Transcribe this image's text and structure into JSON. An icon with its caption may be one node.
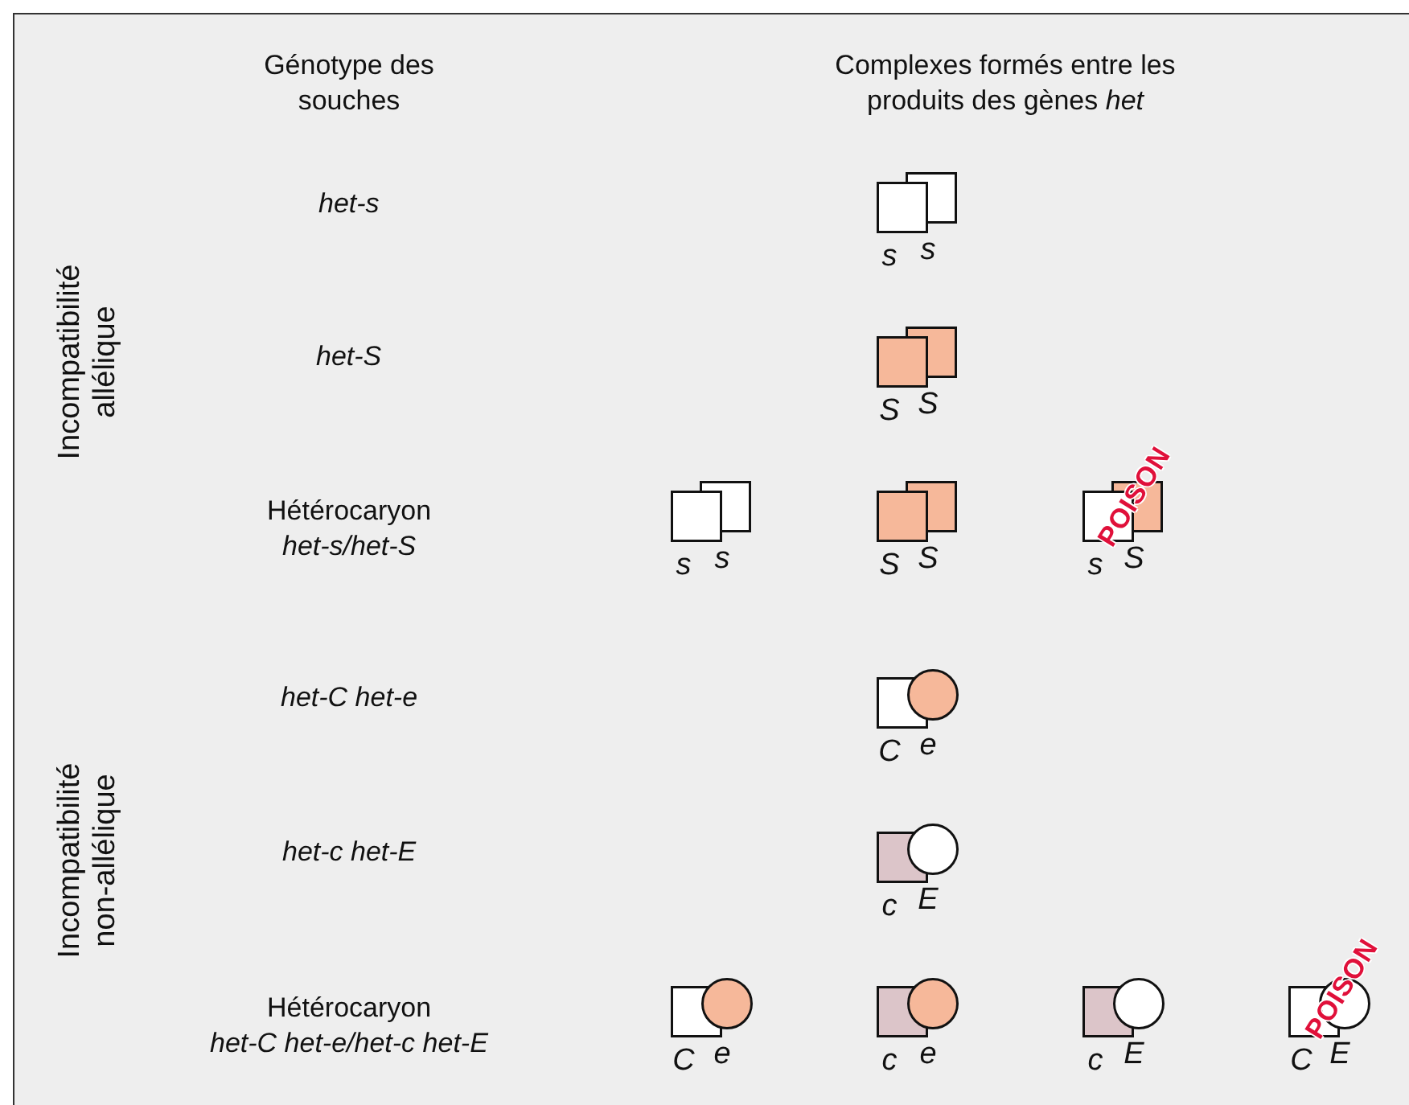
{
  "diagram": {
    "nodes": [
      {
        "text": [],
        "shape": "box",
        "beside": [
          "s"
        ]
      },
      {
        "text": [],
        "shape": "box",
        "beside": [
          "s"
        ]
      },
      {
        "text": [],
        "shape": "box",
        "beside": [
          "S"
        ]
      },
      {
        "text": [],
        "shape": "box",
        "beside": [
          "S"
        ]
      },
      {
        "text": [],
        "shape": "box",
        "beside": [
          "s"
        ]
      },
      {
        "text": [],
        "shape": "box",
        "beside": [
          "s"
        ]
      },
      {
        "text": [],
        "shape": "box",
        "beside": [
          "S"
        ]
      },
      {
        "text": [],
        "shape": "box",
        "beside": [
          "S"
        ]
      },
      {
        "text": [],
        "shape": "box",
        "beside": [
          "s"
        ]
      },
      {
        "text": [],
        "shape": "box",
        "beside": [
          "S"
        ]
      },
      {
        "text": [],
        "shape": "box",
        "beside": [
          "C"
        ]
      },
      {
        "text": [],
        "shape": "circle",
        "beside": [
          "e"
        ]
      },
      {
        "text": [],
        "shape": "box",
        "beside": [
          "c"
        ]
      },
      {
        "text": [],
        "shape": "circle",
        "beside": [
          "E"
        ]
      },
      {
        "text": [],
        "shape": "box",
        "beside": [
          "C"
        ]
      },
      {
        "text": [],
        "shape": "circle",
        "beside": [
          "e"
        ]
      },
      {
        "text": [],
        "shape": "box",
        "beside": [
          "c"
        ]
      },
      {
        "text": [],
        "shape": "circle",
        "beside": [
          "e"
        ]
      },
      {
        "text": [],
        "shape": "box",
        "beside": [
          "c"
        ]
      },
      {
        "text": [],
        "shape": "circle",
        "beside": [
          "E"
        ]
      },
      {
        "text": [],
        "shape": "box",
        "beside": [
          "C"
        ]
      },
      {
        "text": [],
        "shape": "circle",
        "beside": [
          "E"
        ]
      }
    ],
    "labels": [
      "Génotype des souches",
      "Complexes formés entre les produits des gènes *het*",
      "Incompatibilité allélique",
      "het-s",
      "het-S",
      "Hétérocaryon",
      "het-s/het-S",
      "POISON",
      "Incompatibilité non-allélique",
      "het-C het-e",
      "het-c het-E",
      "Hétérocaryon",
      "het-C het-e/het-c het-E",
      "POISON"
    ]
  }
}
